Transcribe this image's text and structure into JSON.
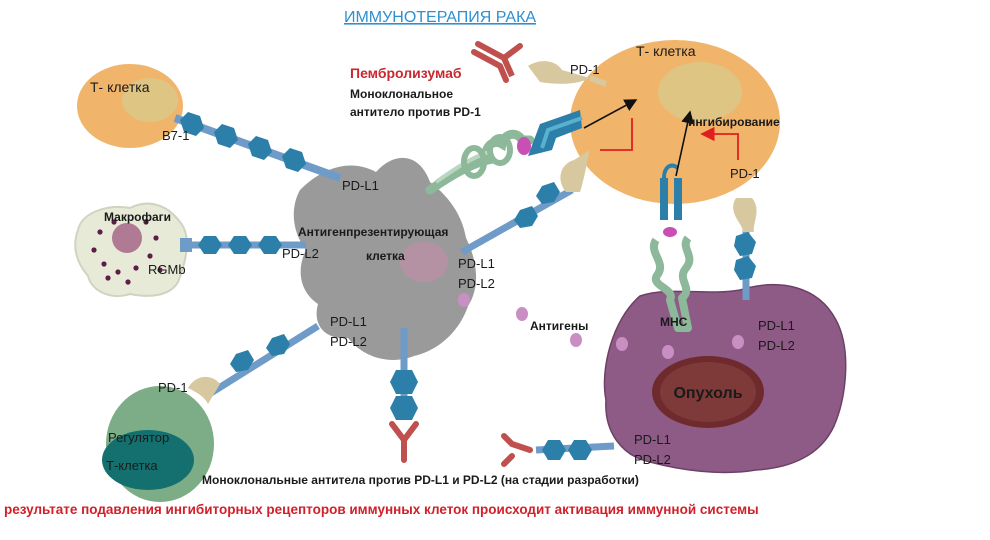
{
  "title": "ИММУНОТЕРАПИЯ РАКА",
  "labels": {
    "t_cell_left": "Т- клетка",
    "b7_1": "B7-1",
    "pembrolizumab": "Пембролизумаб",
    "pd1_antibody_line1": "Моноклональное",
    "pd1_antibody_line2": "антитело против PD-1",
    "pd1_top": "PD-1",
    "t_cell_right": "Т- клетка",
    "inhibition": "ингибирование",
    "pd1_right": "PD-1",
    "pdl1_apc": "PD-L1",
    "macrophages": "Макрофаги",
    "rgmb": "RGMb",
    "pdl2_apc": "PD-L2",
    "apc_line1": "Антигенпрезентирующая",
    "apc_line2": "клетка",
    "pdl1_mid": "PD-L1",
    "pdl2_mid": "PD-L2",
    "antigens": "Антигены",
    "mhc": "MHC",
    "pdl1_tumor": "PD-L1",
    "pdl2_tumor": "PD-L2",
    "tumor": "Опухоль",
    "pdl1_lower": "PD-L1",
    "pdl2_lower": "PD-L2",
    "pd1_treg": "PD-1",
    "regulator": "Регулятор",
    "t_cell_reg": "Т-клетка",
    "pdl1_bottom": "PD-L1",
    "pdl2_bottom": "PD-L2",
    "antibodies_pdl": "Моноклональные антитела против PD-L1 и PD-L2 (на стадии разработки)"
  },
  "caption": "результате подавления ингибиторных рецепторов иммунных клеток происходит активация иммунной системы",
  "colors": {
    "title": "#2e8fd1",
    "caption": "#d0202a",
    "pembrolizumab": "#c8282e",
    "receptor_blue": "#2b7fa8",
    "ligand_blue": "#6f9bc8",
    "antibody_red": "#c0504d",
    "tcell_orange": "#f0b46a",
    "apc_gray": "#9a9a9a",
    "tumor_purple": "#8e5b87",
    "tumor_core": "#6e2a2c",
    "treg_green": "#7dad86"
  }
}
